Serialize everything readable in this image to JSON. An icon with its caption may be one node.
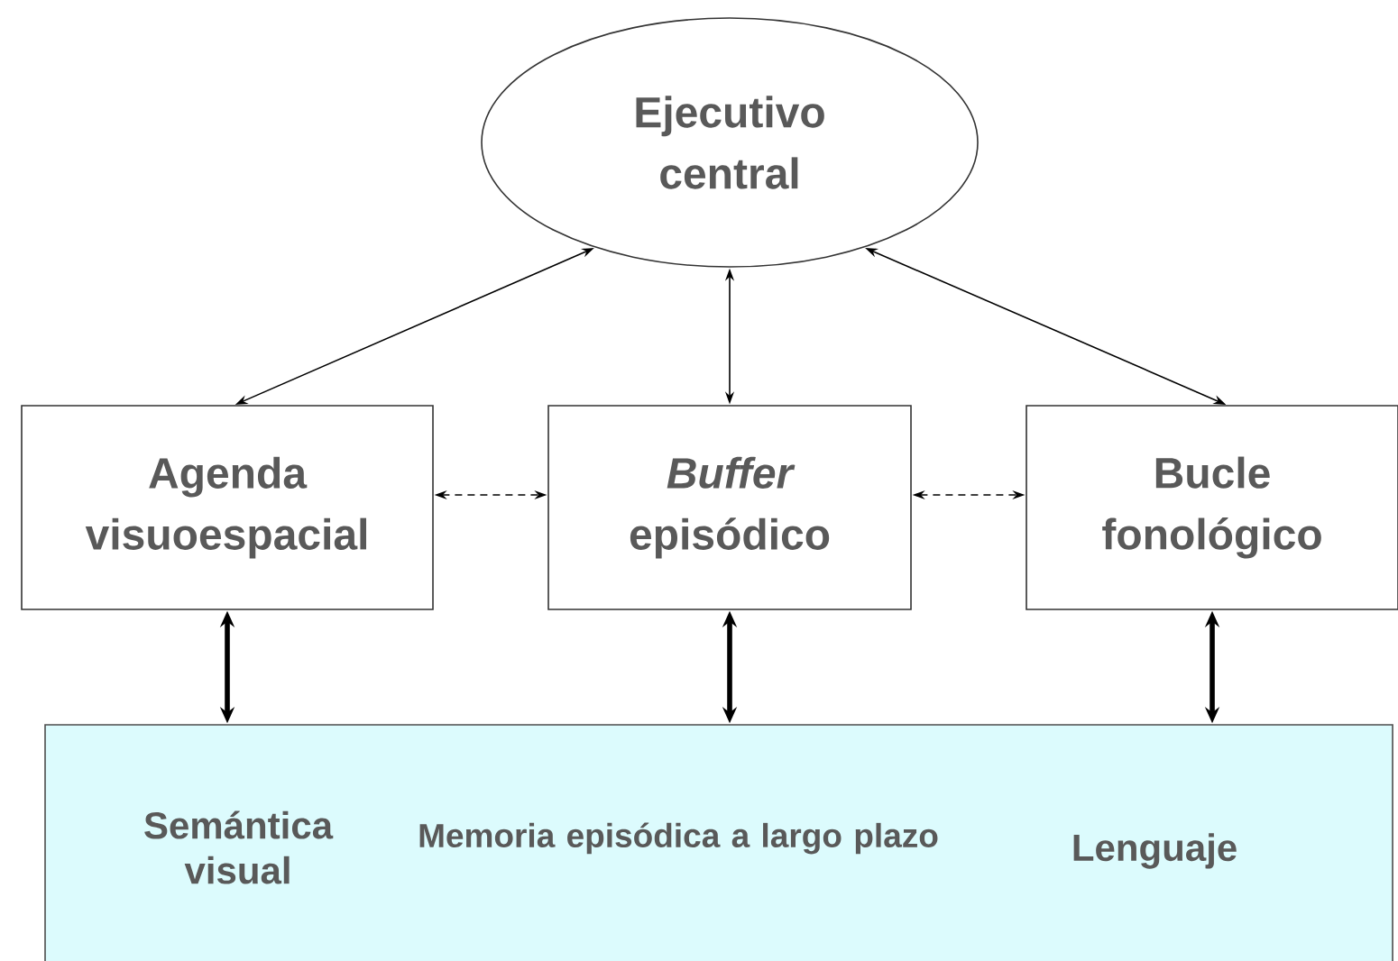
{
  "diagram": {
    "nodes": [
      {
        "text": [
          "Ejecutivo central"
        ]
      },
      {
        "text": [
          "Agenda visuoespacial"
        ]
      },
      {
        "text": [
          "*Buffer* episódico"
        ]
      },
      {
        "text": [
          "Bucle fonológico"
        ]
      },
      {
        "text": [
          "Semántica visual",
          "Memoria episódica a largo plazo",
          "Lenguaje"
        ]
      }
    ],
    "edges": [
      {
        "from": 0,
        "to": 1,
        "arrow": "both"
      },
      {
        "from": 0,
        "to": 2,
        "arrow": "both"
      },
      {
        "from": 0,
        "to": 3,
        "arrow": "both"
      },
      {
        "from": 1,
        "to": 2,
        "arrow": "both",
        "style": "dashed"
      },
      {
        "from": 2,
        "to": 3,
        "arrow": "both",
        "style": "dashed"
      },
      {
        "from": 1,
        "to": 4,
        "arrow": "both",
        "style": "thick"
      },
      {
        "from": 2,
        "to": 4,
        "arrow": "both",
        "style": "thick"
      },
      {
        "from": 3,
        "to": 4,
        "arrow": "both",
        "style": "thick"
      }
    ]
  }
}
